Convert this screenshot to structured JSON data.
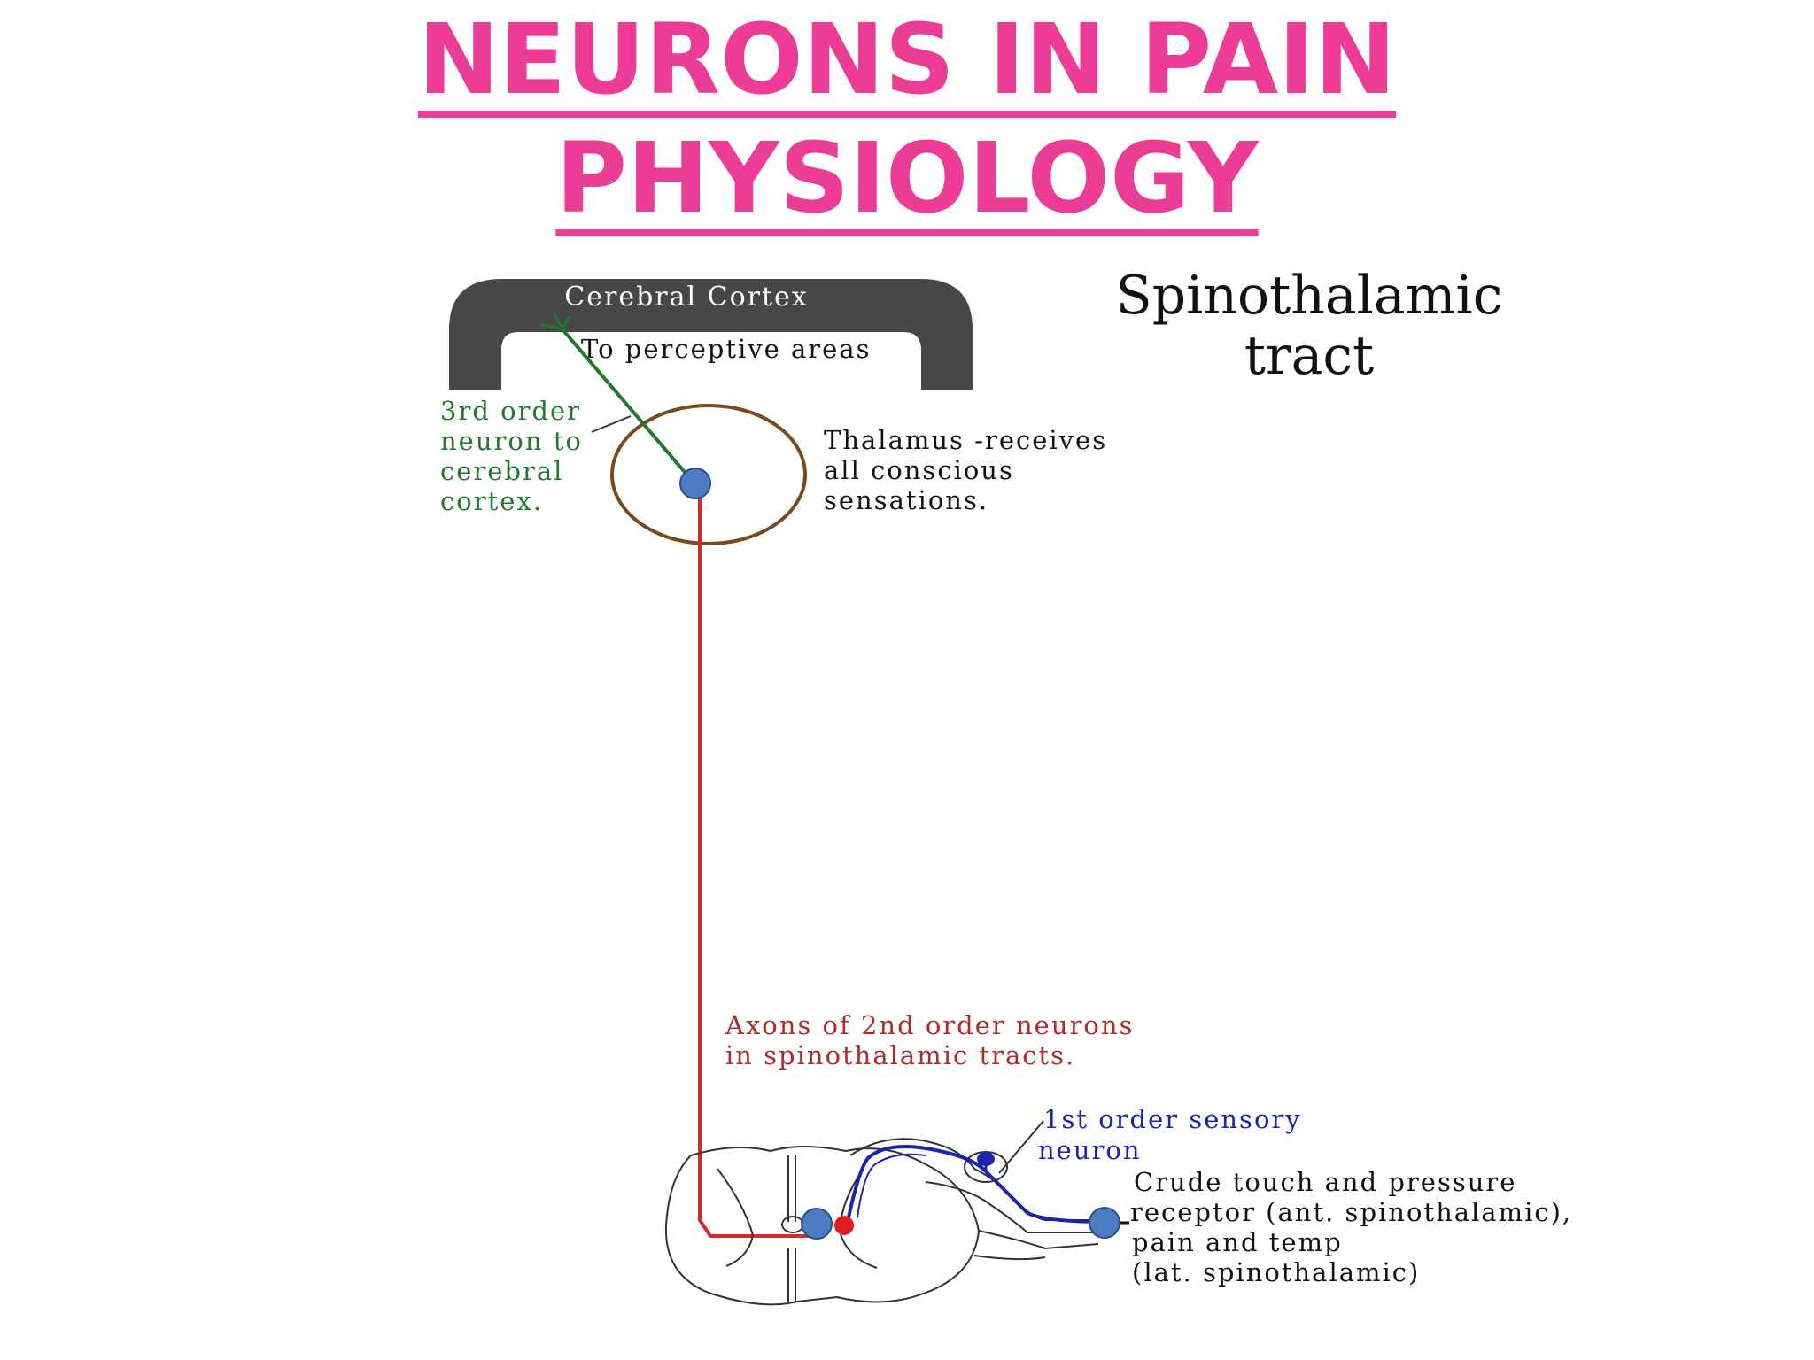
{
  "slide": {
    "title_line1": "NEURONS IN PAIN",
    "title_line2": "PHYSIOLOGY"
  },
  "diagram": {
    "heading_line1": "Spinothalamic",
    "heading_line2": "tract",
    "cortex_label": "Cerebral Cortex",
    "perceptive_label": "To perceptive areas",
    "third_order": [
      "3rd order",
      "neuron to",
      "cerebral",
      "cortex."
    ],
    "thalamus": [
      "Thalamus -receives",
      "all conscious",
      "sensations."
    ],
    "axons": [
      "Axons of 2nd order neurons",
      "in spinothalamic tracts."
    ],
    "first_order": [
      "1st order sensory",
      "neuron"
    ],
    "receptor": [
      "Crude touch and pressure",
      "receptor (ant. spinothalamic),",
      "pain and temp",
      "(lat. spinothalamic)"
    ]
  },
  "colors": {
    "title": "#ec3c95",
    "cortex": "#474747",
    "third_order_neuron": "#1f7a2c",
    "second_order_neuron": "#d42a2a",
    "first_order_neuron": "#1a24b0",
    "neuron_body": "#4d7cc3",
    "thalamus": "#7a4a1e"
  }
}
